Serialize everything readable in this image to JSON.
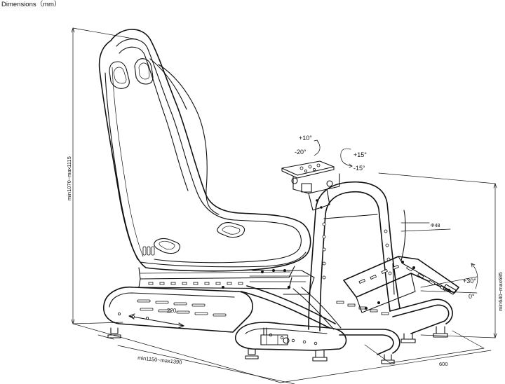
{
  "title": "Dimensions（mm）",
  "labels": {
    "height": "min1070~max1115",
    "length": "min1150~max1390",
    "slide": "220",
    "width": "600",
    "pedal_height": "min640~max685",
    "tube": "Φ48",
    "tilt_up": "+10°",
    "tilt_down": "-20°",
    "rot_pos": "+15°",
    "rot_neg": "-15°",
    "pedal_up": "+30°",
    "pedal_zero": "0°"
  }
}
